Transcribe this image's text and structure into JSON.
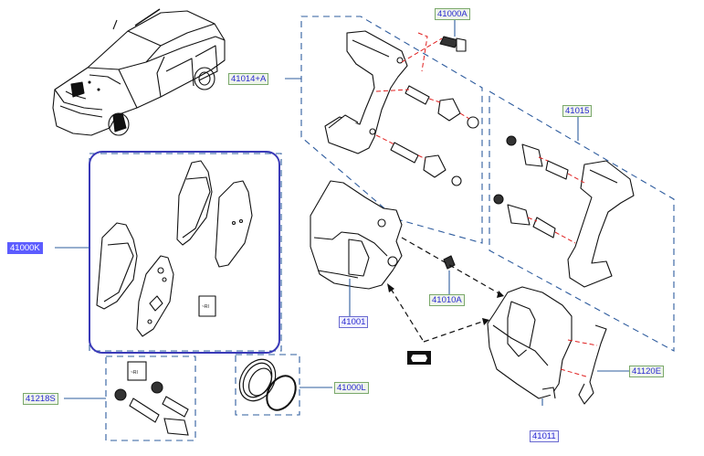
{
  "diagram": {
    "title": "Front brake caliper exploded parts diagram",
    "vehicle_illustration": "SUV isometric view",
    "colors": {
      "label_text": "#2a2ad0",
      "label_border": "#7aa86a",
      "label_selected_bg": "#5c5cff",
      "group_dash": "#2e5c9e",
      "leader_line": "#2e5c9e",
      "highlight_frame": "#3a3ab8",
      "assembly_axis": "#e02020"
    },
    "callouts": [
      {
        "id": "41000K",
        "label": "41000K",
        "description": "Brake pad kit",
        "selected": true
      },
      {
        "id": "41014+A",
        "label": "41014+A",
        "description": "Caliper support bracket with guide pins"
      },
      {
        "id": "41000A",
        "label": "41000A",
        "description": "Bracket bolt"
      },
      {
        "id": "41015",
        "label": "41015",
        "description": "Caliper bracket kit"
      },
      {
        "id": "41001",
        "label": "41001",
        "description": "Brake caliper (left)"
      },
      {
        "id": "41010A",
        "label": "41010A",
        "description": "Bleeder screw"
      },
      {
        "id": "41011",
        "label": "41011",
        "description": "Brake caliper (right)"
      },
      {
        "id": "41120E",
        "label": "41120E",
        "description": "Pad retaining spring"
      },
      {
        "id": "41218S",
        "label": "41218S",
        "description": "Guide pin / boot kit"
      },
      {
        "id": "41000L",
        "label": "41000L",
        "description": "Piston seal kit"
      }
    ]
  }
}
